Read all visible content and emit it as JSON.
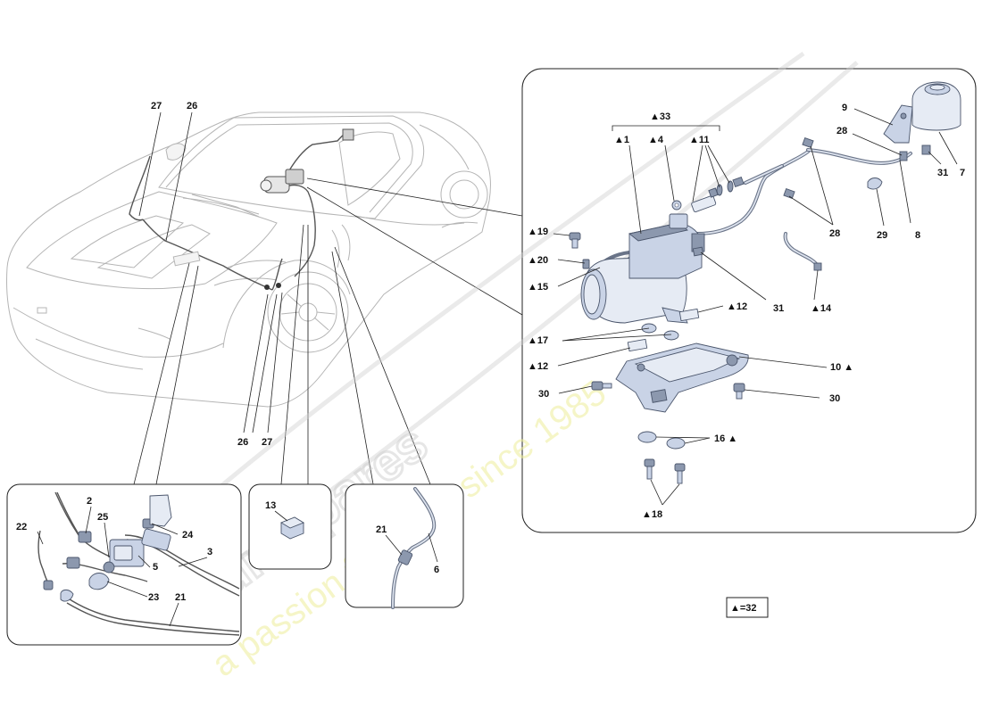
{
  "callouts": {
    "c27a": "27",
    "c26a": "26",
    "c26b": "26",
    "c27b": "27",
    "c2": "2",
    "c22": "22",
    "c25": "25",
    "c24": "24",
    "c3": "3",
    "c5": "5",
    "c23": "23",
    "c21a": "21",
    "c13": "13",
    "c21b": "21",
    "c6": "6",
    "c33": "▲33",
    "c1": "▲1",
    "c4": "▲4",
    "c11": "▲11",
    "c9": "9",
    "c28a": "28",
    "c31a": "31",
    "c7": "7",
    "c8": "8",
    "c28b": "28",
    "c29": "29",
    "c19": "▲19",
    "c20": "▲20",
    "c15": "▲15",
    "c31b": "31",
    "c14": "▲14",
    "c12a": "▲12",
    "c17": "▲17",
    "c12b": "▲12",
    "c10": "10 ▲",
    "c30a": "30",
    "c30b": "30",
    "c16": "16 ▲",
    "c18": "▲18"
  },
  "legend": {
    "text": "▲=32"
  },
  "watermark": {
    "brand": "eurospares",
    "tagline": "a passion for parts since 1985"
  }
}
